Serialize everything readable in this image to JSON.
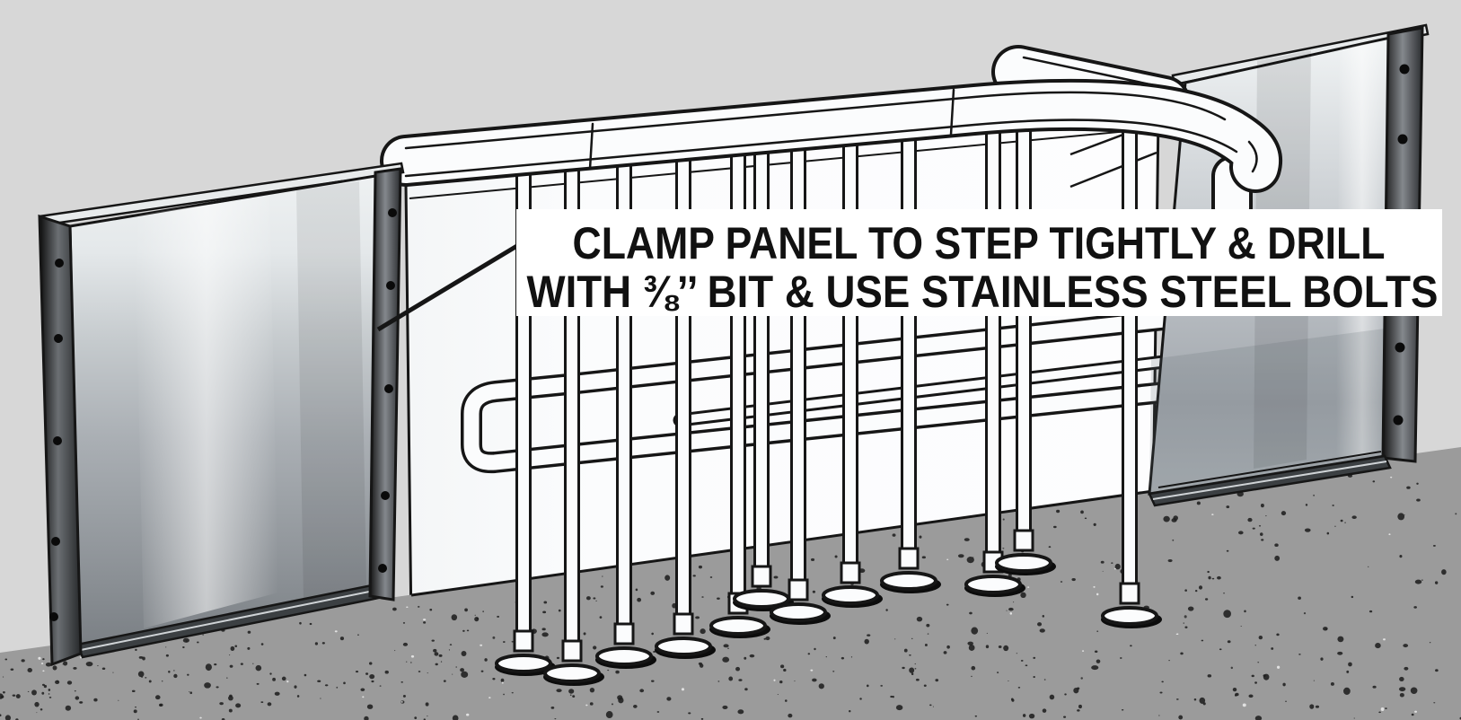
{
  "title": "Step panel installation instruction diagram",
  "annotation": {
    "line1": "CLAMP PANEL TO STEP TIGHTLY & DRILL",
    "line2": "WITH ⅜’’ BIT & USE STAINLESS STEEL BOLTS"
  },
  "colors": {
    "background": "#d7d7d7",
    "ground": "#9b9b9b",
    "speckle_dark": "#1f1f1f",
    "speckle_light": "#ededed",
    "line": "#161616",
    "unit_fill": "#fbfcfd",
    "panel_light": "#f2f4f5",
    "panel_mid": "#b9bec2",
    "panel_dark": "#7e8287",
    "flange_dark": "#0e0e0e",
    "annotation_bg": "#ffffff",
    "annotation_text": "#111111"
  },
  "counts": {
    "left_panel_bolt_holes": 10,
    "right_panel_bolt_holes": 4,
    "legs": 12,
    "feet": 12
  }
}
